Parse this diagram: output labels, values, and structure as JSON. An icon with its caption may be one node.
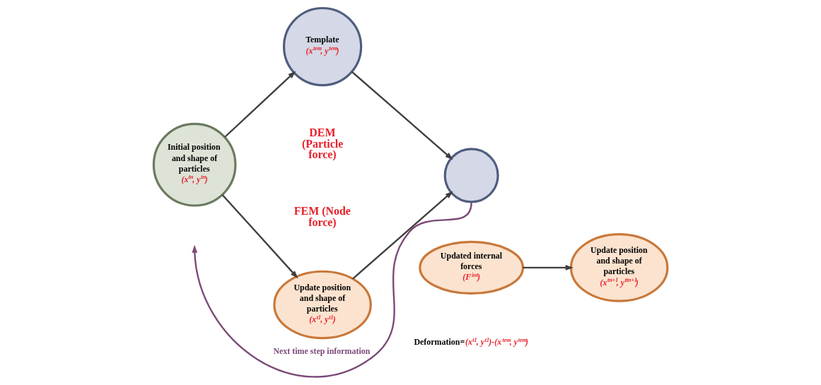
{
  "diagram": {
    "nodes": [
      {
        "text": [
          "Initial position and shape of particles",
          "(x$^{tn}$, y$^{tn}$)"
        ]
      },
      {
        "text": [
          "Template",
          "(x$^{tem}$, y$^{tem}$)"
        ]
      },
      {
        "text": [],
        "shape": "circle"
      },
      {
        "text": [
          "Updated internal forces",
          "(F$^{int}$)"
        ]
      },
      {
        "text": [
          "Update position and shape of particles",
          "(x$^{t1}$, y$^{t1}$)"
        ]
      },
      {
        "text": [
          "Update position and shape of particles",
          "(x$^{tn+1}$, y$^{ttn+1}$)"
        ]
      }
    ],
    "edges": [
      {
        "from": 0,
        "to": 1,
        "arrow": "to"
      },
      {
        "from": 0,
        "to": 4,
        "arrow": "to"
      },
      {
        "from": 1,
        "to": 2,
        "arrow": "to"
      },
      {
        "from": 4,
        "to": 2,
        "arrow": "to"
      },
      {
        "from": 3,
        "to": 5,
        "arrow": "to"
      },
      {
        "from": 2,
        "to": null,
        "arrow": "to",
        "label": "Next time step information",
        "color": "#7b4a78"
      }
    ],
    "labels": [
      "DEM (Particle force)",
      "FEM (Node force)",
      "Deformation=(x$^{t1}$, y$^{t1}$)-(x$^{tem}$, y$^{tem}$)"
    ]
  }
}
